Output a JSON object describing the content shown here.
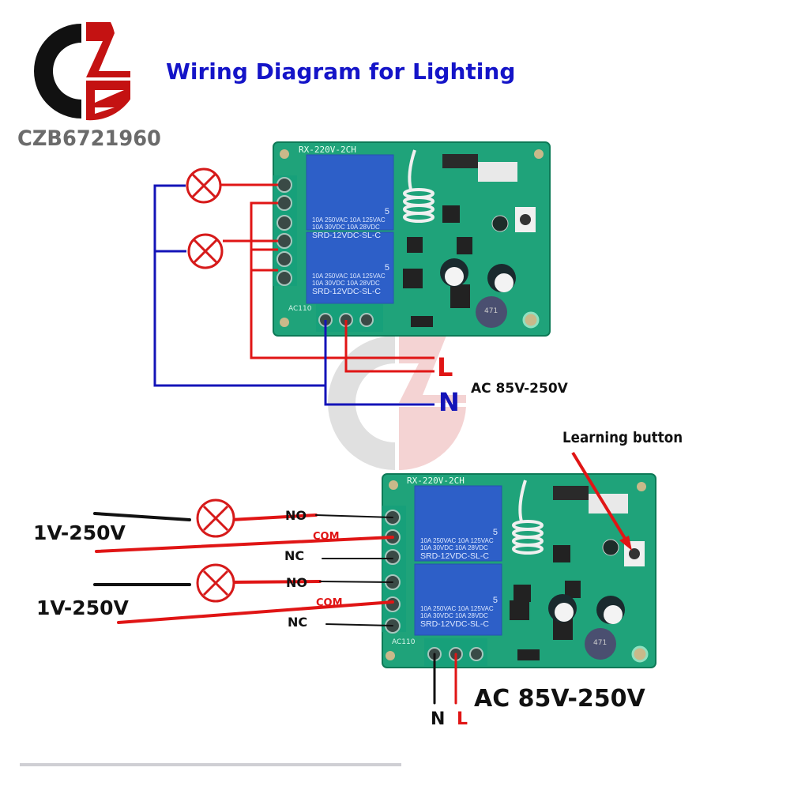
{
  "brand": {
    "logo_text": "CZB6721960",
    "logo_colors": {
      "dark": "#111111",
      "red": "#c41212",
      "gray": "#6b6b6b"
    }
  },
  "title": "Wiring Diagram for Lighting",
  "colors": {
    "live_wire": "#e01515",
    "neutral_wire": "#1414b8",
    "black_wire": "#111111",
    "pcb_green": "#1fa37a",
    "relay_blue": "#2d5fc8",
    "title_blue": "#1414c8"
  },
  "top_diagram": {
    "board_label": "RX-220V-2CH",
    "relays": [
      {
        "number": "5",
        "ratings_line1": "10A 250VAC  10A 125VAC",
        "ratings_line2": "10A 30VDC  10A 28VDC",
        "model": "SRD-12VDC-SL-C"
      },
      {
        "number": "5",
        "ratings_line1": "10A 250VAC  10A 125VAC",
        "ratings_line2": "10A 30VDC  10A 28VDC",
        "model": "SRD-12VDC-SL-C"
      }
    ],
    "power_input_label": "AC110",
    "inductor_label": "471",
    "live_label": "L",
    "neutral_label": "N",
    "supply_label": "AC 85V-250V",
    "lamp_icons": [
      "lamp-1",
      "lamp-2"
    ]
  },
  "bottom_diagram": {
    "board_label": "RX-220V-2CH",
    "learning_button_label": "Learning button",
    "relays": [
      {
        "number": "5",
        "ratings_line1": "10A 250VAC  10A 125VAC",
        "ratings_line2": "10A 30VDC  10A 28VDC",
        "model": "SRD-12VDC-SL-C"
      },
      {
        "number": "5",
        "ratings_line1": "10A 250VAC  10A 125VAC",
        "ratings_line2": "10A 30VDC  10A 28VDC",
        "model": "SRD-12VDC-SL-C"
      }
    ],
    "power_input_label": "AC110",
    "inductor_label": "471",
    "channels": [
      {
        "voltage_label": "1V-250V",
        "no_label": "NO",
        "com_label": "COM",
        "nc_label": "NC"
      },
      {
        "voltage_label": "1V-250V",
        "no_label": "NO",
        "com_label": "COM",
        "nc_label": "NC"
      }
    ],
    "neutral_label": "N",
    "live_label": "L",
    "supply_label": "AC 85V-250V"
  }
}
